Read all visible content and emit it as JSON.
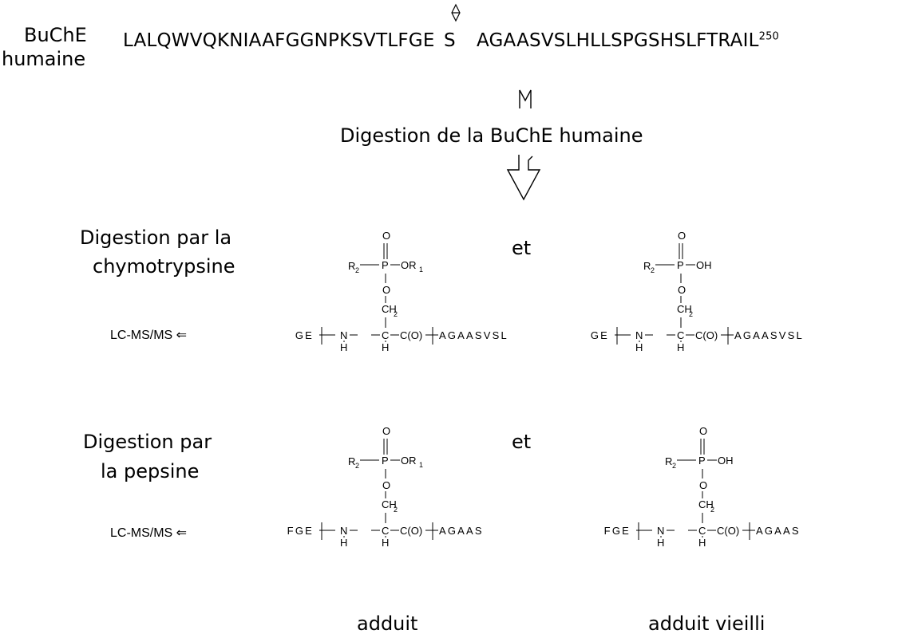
{
  "header": {
    "enzyme_label_line1": "BuChE",
    "enzyme_label_line2": "humaine",
    "sequence_prefix": "LALQWVQKNIAAFGGNPKSVTLFGE",
    "active_serine": "S",
    "sequence_suffix": "AGAASVSLHLLSPGSHSLFTRAIL",
    "sequence_end_position": "250"
  },
  "digestion_title": "Digestion de la BuChE humaine",
  "rows": [
    {
      "label_line1": "Digestion par la",
      "label_line2": "chymotrypsine",
      "method": "LC-MS/MS ⇐",
      "connector": "et",
      "peptide_left": "GE",
      "peptide_right": "AGAASVSL"
    },
    {
      "label_line1": "Digestion par",
      "label_line2": "la pepsine",
      "method": "LC-MS/MS ⇐",
      "connector": "et",
      "peptide_left": "FGE",
      "peptide_right": "AGAAS"
    }
  ],
  "structure": {
    "oxygen": "O",
    "phosphorus": "P",
    "r_group": "R",
    "r_sub_2": "2",
    "r_sub_1": "1",
    "ester_group": "OR",
    "acid_group": "OH",
    "methylene": "CH",
    "methylene_sub": "2",
    "nitrogen": "N",
    "carbon": "C",
    "carbonyl": "C(O)",
    "hydrogen": "H"
  },
  "captions": {
    "left": "adduit",
    "right": "adduit vieilli"
  }
}
